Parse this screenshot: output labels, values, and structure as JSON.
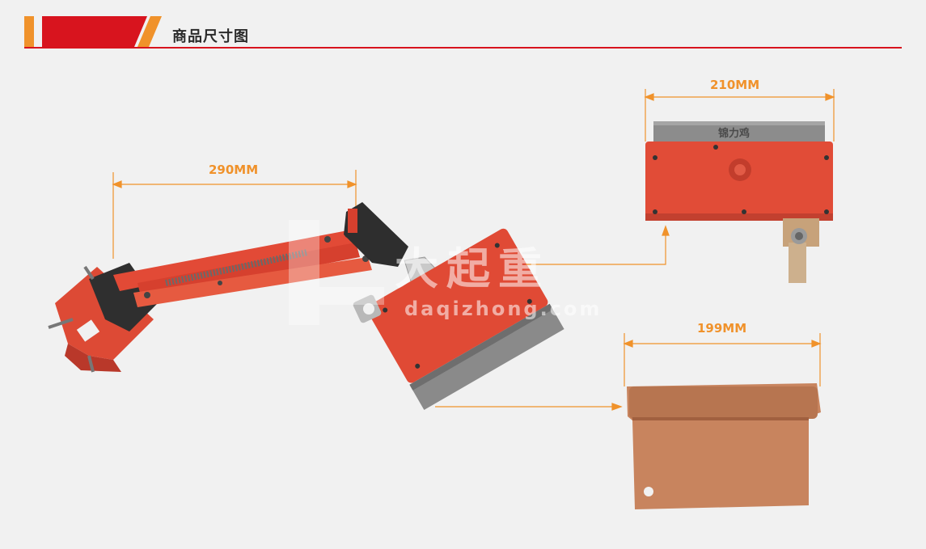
{
  "header": {
    "title": "商品尺寸图",
    "accent_color": "#d8141e",
    "stripe_color": "#f0922b"
  },
  "dimensions": {
    "arm_width": "290MM",
    "box_width": "210MM",
    "plate_width": "199MM",
    "line_color": "#f0922b"
  },
  "watermark": {
    "brand": "大起重",
    "site": "daqizhong.com"
  },
  "product_labels": {
    "brand_mark": "锦力鸡"
  }
}
